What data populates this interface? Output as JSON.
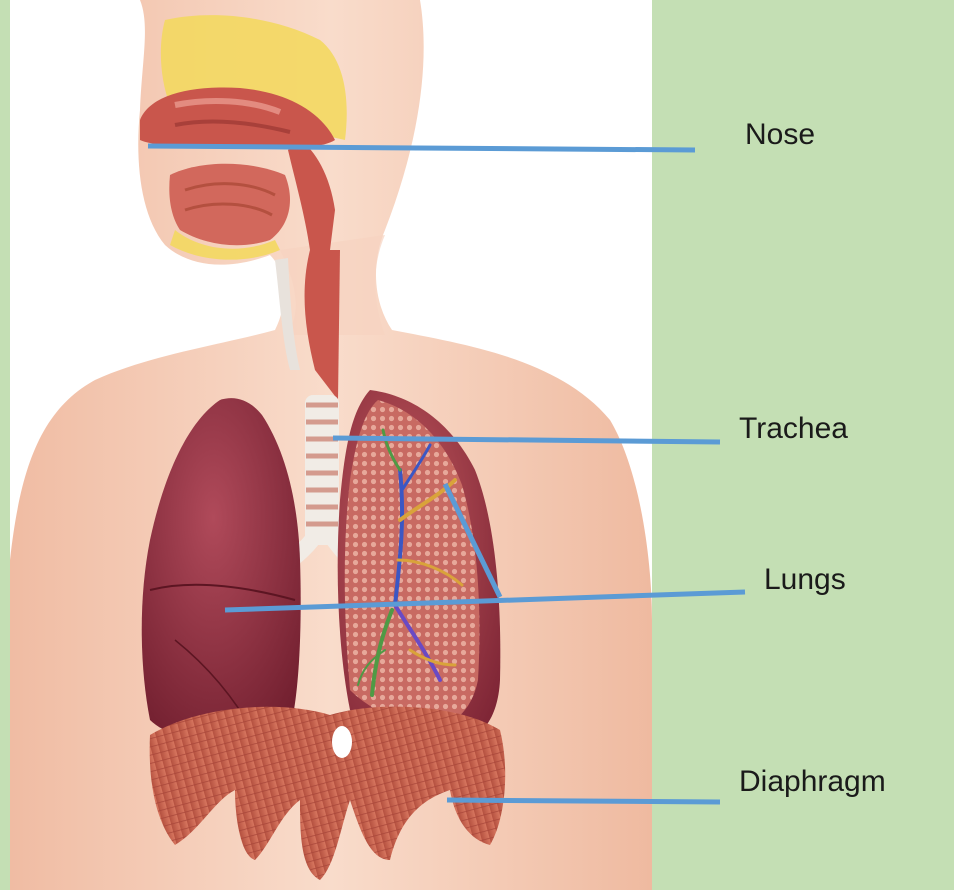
{
  "diagram": {
    "labels": {
      "nose": "Nose",
      "trachea": "Trachea",
      "lungs": "Lungs",
      "diaphragm": "Diaphragm"
    }
  },
  "colors": {
    "background": "#c4dfb4",
    "panel": "#ffffff",
    "leader_line": "#5b9bd5",
    "skin": "#f2c7ae",
    "lung": "#8e2a3b",
    "airway": "#c9564c",
    "diaphragm": "#c9634f",
    "sinus": "#f3d860"
  }
}
